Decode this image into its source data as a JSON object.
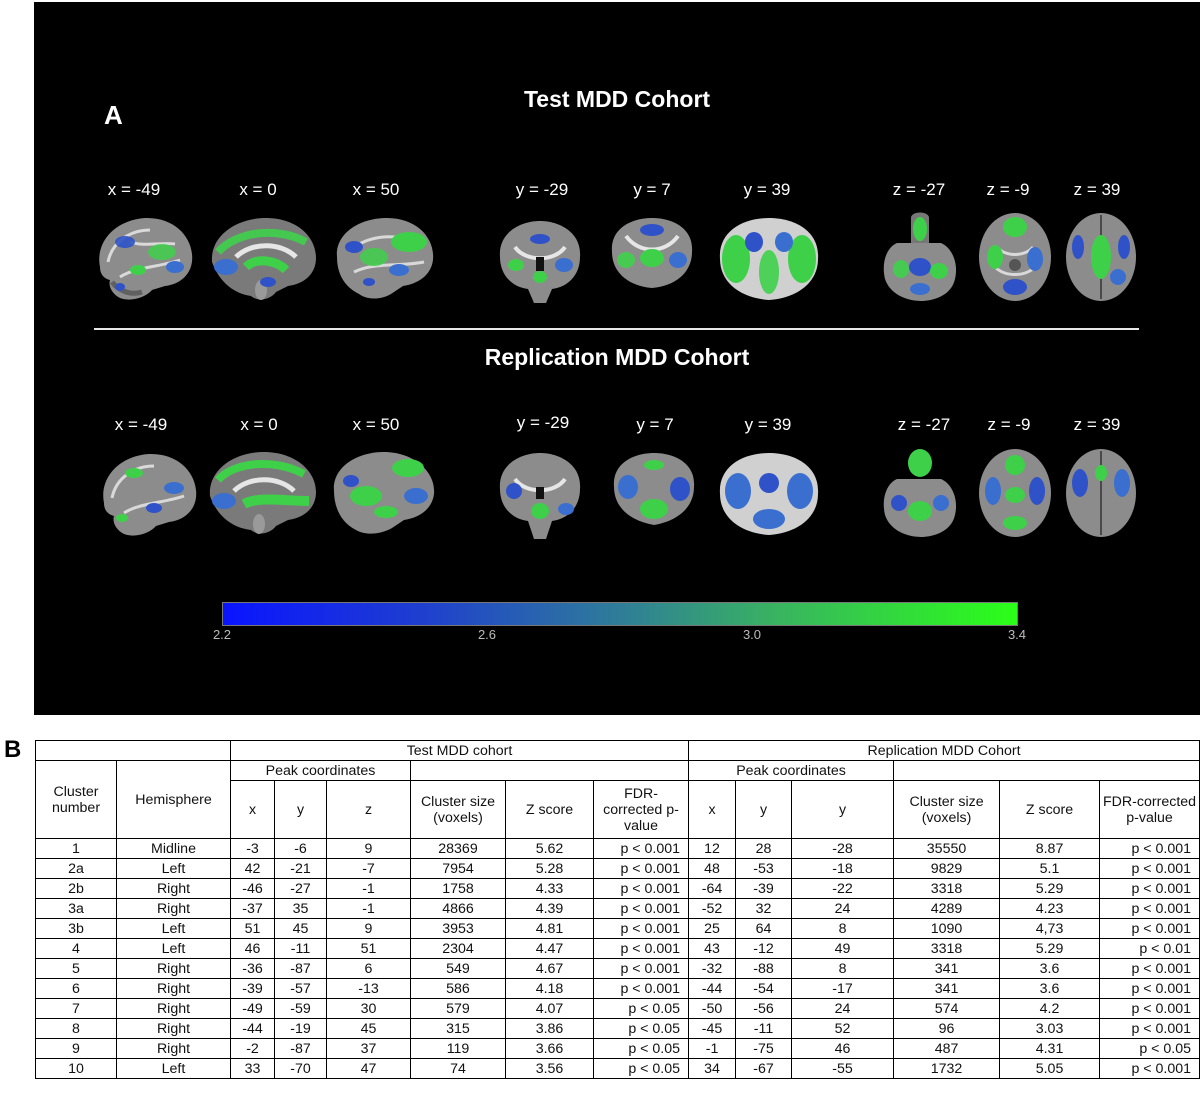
{
  "panel_a": {
    "letter": "A",
    "test_title": "Test  MDD Cohort",
    "replication_title": "Replication MDD Cohort",
    "test_coords": [
      "x = -49",
      "x = 0",
      "x = 50",
      "y = -29",
      "y = 7",
      "y = 39",
      "z = -27",
      "z = -9",
      "z = 39"
    ],
    "replication_coords": [
      "x = -49",
      "x = 0",
      "x = 50",
      "y = -29",
      "y = 7",
      "y = 39",
      "z = -27",
      "z = -9",
      "z = 39"
    ],
    "colorbar": {
      "ticks": [
        "2.2",
        "2.6",
        "3.0",
        "3.4"
      ],
      "min": 2.2,
      "max": 3.4,
      "colors": [
        "#0a14ff",
        "#2f7d98",
        "#2bff18"
      ]
    }
  },
  "panel_b": {
    "letter": "B",
    "test_header": "Test MDD cohort",
    "replication_header": "Replication MDD Cohort",
    "cluster_number": "Cluster number",
    "hemisphere": "Hemisphere",
    "peak_coordinates": "Peak coordinates",
    "test_cols": [
      "x",
      "y",
      "z",
      "Cluster size (voxels)",
      "Z score",
      "FDR-corrected p-value"
    ],
    "rep_cols": [
      "x",
      "y",
      "y",
      "Cluster size (voxels)",
      "Z score",
      "FDR-corrected p-value"
    ],
    "rows": [
      [
        "1",
        "Midline",
        "-3",
        "-6",
        "9",
        "28369",
        "5.62",
        "p < 0.001",
        "12",
        "28",
        "-28",
        "35550",
        "8.87",
        "p < 0.001"
      ],
      [
        "2a",
        "Left",
        "42",
        "-21",
        "-7",
        "7954",
        "5.28",
        "p < 0.001",
        "48",
        "-53",
        "-18",
        "9829",
        "5.1",
        "p < 0.001"
      ],
      [
        "2b",
        "Right",
        "-46",
        "-27",
        "-1",
        "1758",
        "4.33",
        "p < 0.001",
        "-64",
        "-39",
        "-22",
        "3318",
        "5.29",
        "p < 0.001"
      ],
      [
        "3a",
        "Right",
        "-37",
        "35",
        "-1",
        "4866",
        "4.39",
        "p < 0.001",
        "-52",
        "32",
        "24",
        "4289",
        "4.23",
        "p < 0.001"
      ],
      [
        "3b",
        "Left",
        "51",
        "45",
        "9",
        "3953",
        "4.81",
        "p < 0.001",
        "25",
        "64",
        "8",
        "1090",
        "4,73",
        "p < 0.001"
      ],
      [
        "4",
        "Left",
        "46",
        "-11",
        "51",
        "2304",
        "4.47",
        "p < 0.001",
        "43",
        "-12",
        "49",
        "3318",
        "5.29",
        "p < 0.01"
      ],
      [
        "5",
        "Right",
        "-36",
        "-87",
        "6",
        "549",
        "4.67",
        "p < 0.001",
        "-32",
        "-88",
        "8",
        "341",
        "3.6",
        "p < 0.001"
      ],
      [
        "6",
        "Right",
        "-39",
        "-57",
        "-13",
        "586",
        "4.18",
        "p < 0.001",
        "-44",
        "-54",
        "-17",
        "341",
        "3.6",
        "p < 0.001"
      ],
      [
        "7",
        "Right",
        "-49",
        "-59",
        "30",
        "579",
        "4.07",
        "p < 0.05",
        "-50",
        "-56",
        "24",
        "574",
        "4.2",
        "p < 0.001"
      ],
      [
        "8",
        "Right",
        "-44",
        "-19",
        "45",
        "315",
        "3.86",
        "p < 0.05",
        "-45",
        "-11",
        "52",
        "96",
        "3.03",
        "p < 0.001"
      ],
      [
        "9",
        "Right",
        "-2",
        "-87",
        "37",
        "119",
        "3.66",
        "p < 0.05",
        "-1",
        "-75",
        "46",
        "487",
        "4.31",
        "p < 0.05"
      ],
      [
        "10",
        "Left",
        "33",
        "-70",
        "47",
        "74",
        "3.56",
        "p < 0.05",
        "34",
        "-67",
        "-55",
        "1732",
        "5.05",
        "p < 0.001"
      ]
    ]
  }
}
